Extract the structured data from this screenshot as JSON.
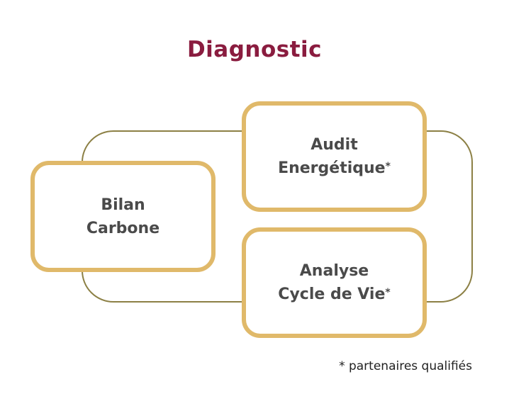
{
  "title": "Diagnostic",
  "colors": {
    "title": "#8a1c3f",
    "box_border": "#e0b96a",
    "connector": "#8c8045",
    "box_text": "#4a4a4a"
  },
  "boxes": [
    {
      "id": "bilan",
      "line1": "Bilan",
      "line2": "Carbone",
      "asterisk": ""
    },
    {
      "id": "audit",
      "line1": "Audit",
      "line2": "Energétique",
      "asterisk": "*"
    },
    {
      "id": "acv",
      "line1": "Analyse",
      "line2": "Cycle de Vie",
      "asterisk": "*"
    }
  ],
  "footnote": "* partenaires qualifiés"
}
